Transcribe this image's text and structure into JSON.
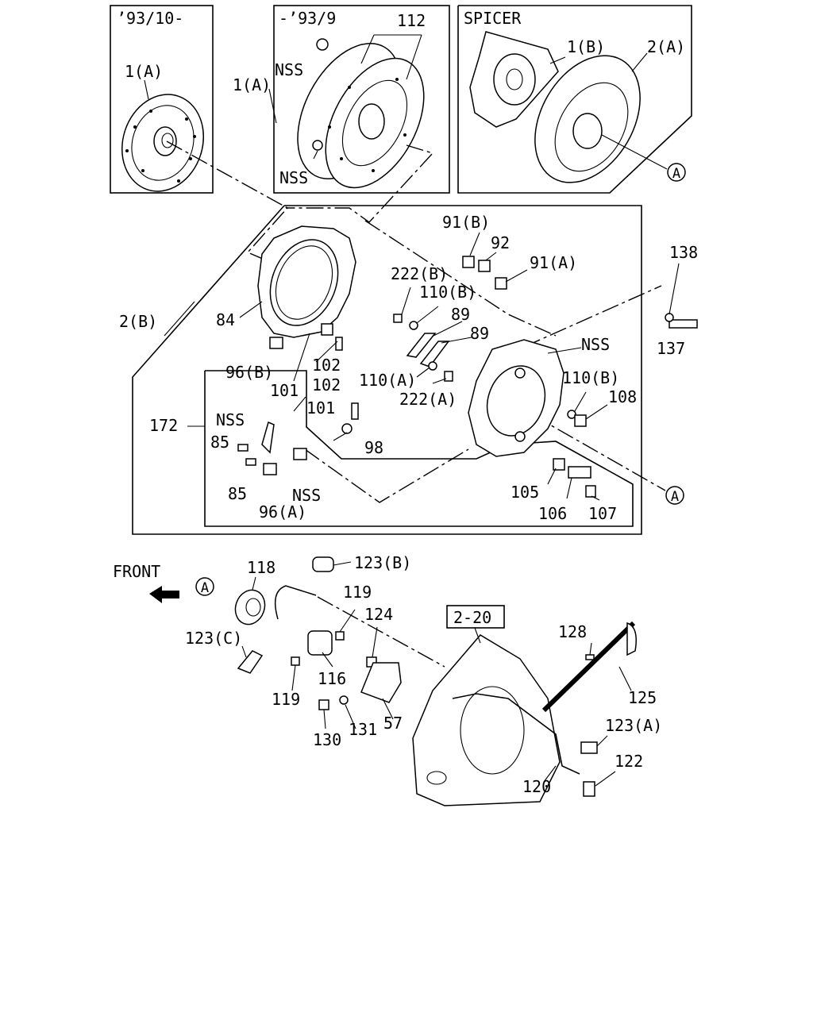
{
  "insets": {
    "left_title": "’93/10-",
    "mid_title": "-’93/9",
    "right_title": "SPICER"
  },
  "labels": {
    "l_1A_left": "1(A)",
    "l_112": "112",
    "l_nss_top": "NSS",
    "l_1A_mid": "1(A)",
    "l_nss_mid": "NSS",
    "l_1B": "1(B)",
    "l_2A": "2(A)",
    "l_91B": "91(B)",
    "l_92": "92",
    "l_91A": "91(A)",
    "l_222B": "222(B)",
    "l_110B_top": "110(B)",
    "l_89a": "89",
    "l_89b": "89",
    "l_138": "138",
    "l_137": "137",
    "l_2B": "2(B)",
    "l_84": "84",
    "l_nss_plate": "NSS",
    "l_96B": "96(B)",
    "l_102a": "102",
    "l_102b": "102",
    "l_101a": "101",
    "l_101b": "101",
    "l_110A": "110(A)",
    "l_222A": "222(A)",
    "l_110B_right": "110(B)",
    "l_108": "108",
    "l_172": "172",
    "l_nss_lever": "NSS",
    "l_85a": "85",
    "l_85b": "85",
    "l_98": "98",
    "l_nss_bottom": "NSS",
    "l_96A": "96(A)",
    "l_105": "105",
    "l_106": "106",
    "l_107": "107",
    "l_front": "FRONT",
    "l_118": "118",
    "l_123B": "123(B)",
    "l_119a": "119",
    "l_123C": "123(C)",
    "l_124": "124",
    "l_116": "116",
    "l_119b": "119",
    "l_130": "130",
    "l_131": "131",
    "l_57": "57",
    "l_2_20": "2-20",
    "l_128": "128",
    "l_125": "125",
    "l_123A": "123(A)",
    "l_122": "122",
    "l_120": "120"
  },
  "callouts": {
    "a1": "A",
    "a2": "A",
    "a3": "A"
  }
}
